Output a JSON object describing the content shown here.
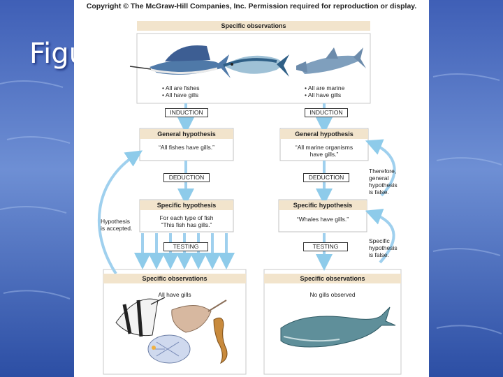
{
  "slide": {
    "title": "Figu"
  },
  "copyright": "Copyright © The McGraw-Hill Companies, Inc. Permission required for reproduction or display.",
  "top": {
    "header": "Specific observations",
    "left_facts": [
      "• All are fishes",
      "• All have gills"
    ],
    "right_facts": [
      "• All are marine",
      "• All have gills"
    ]
  },
  "left_branch": {
    "induction": "INDUCTION",
    "general_header": "General hypothesis",
    "general_text": "“All fishes have gills.”",
    "deduction": "DEDUCTION",
    "specific_header": "Specific hypothesis",
    "specific_text": [
      "For each type of fish",
      "“This fish has gills.”"
    ],
    "testing": "TESTING",
    "observations_header": "Specific observations",
    "observations_text": "All have gills",
    "side_note": [
      "Hypothesis",
      "is accepted."
    ]
  },
  "right_branch": {
    "induction": "INDUCTION",
    "general_header": "General hypothesis",
    "general_text": [
      "“All marine organisms",
      "have gills.”"
    ],
    "deduction": "DEDUCTION",
    "specific_header": "Specific hypothesis",
    "specific_text": "“Whales have gills.”",
    "testing": "TESTING",
    "observations_header": "Specific observations",
    "observations_text": "No gills observed",
    "side_note_general": [
      "Therefore,",
      "general",
      "hypothesis",
      "is false."
    ],
    "side_note_specific": [
      "Specific",
      "hypothesis",
      "is false."
    ]
  },
  "colors": {
    "arrow": "#9fd0ee",
    "header_fill": "#f2e4cc",
    "fish_blue": "#7fb0cf",
    "whale": "#5f8f9a"
  },
  "icons": [
    "sailfish-icon",
    "tuna-icon",
    "hammerhead-shark-icon",
    "angelfish-icon",
    "stingray-icon",
    "seahorse-icon",
    "butterflyfish-icon",
    "whale-icon"
  ]
}
